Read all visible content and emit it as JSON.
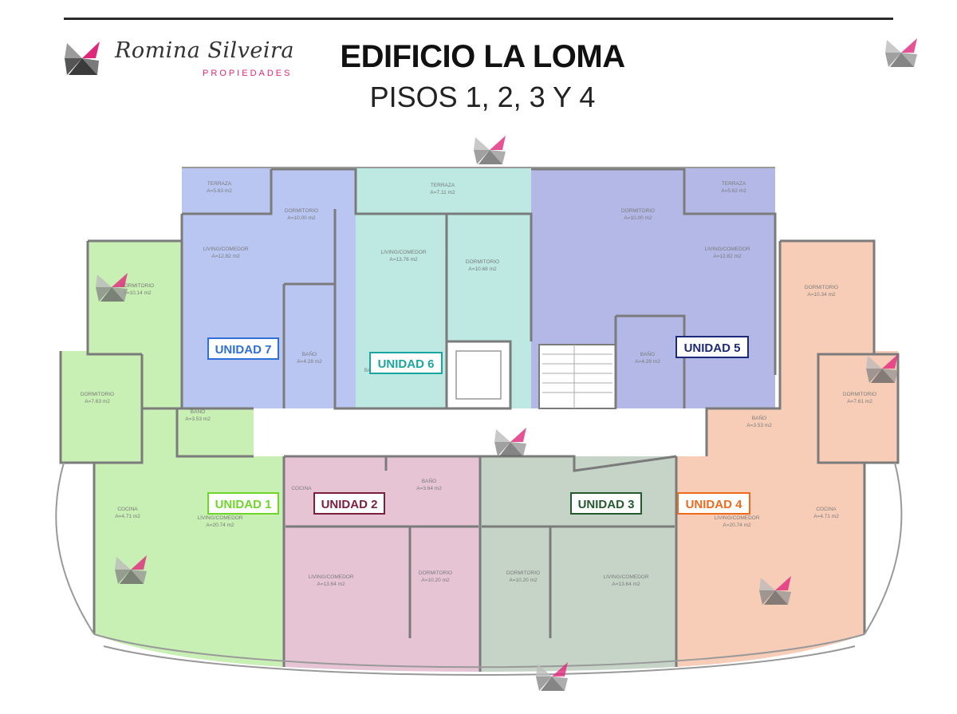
{
  "header": {
    "brand_name": "Romina Silveira",
    "brand_sub": "PROPIEDADES",
    "title": "EDIFICIO LA LOMA",
    "subtitle": "PISOS 1, 2, 3 Y 4"
  },
  "units": [
    {
      "key": "u7",
      "label": "UNIDAD 7",
      "color": "#2f6fd8"
    },
    {
      "key": "u6",
      "label": "UNIDAD 6",
      "color": "#1aa6a0"
    },
    {
      "key": "u5",
      "label": "UNIDAD 5",
      "color": "#1d2a7a"
    },
    {
      "key": "u1",
      "label": "UNIDAD 1",
      "color": "#6fd629"
    },
    {
      "key": "u2",
      "label": "UNIDAD 2",
      "color": "#7a1f3c"
    },
    {
      "key": "u3",
      "label": "UNIDAD 3",
      "color": "#235a2f"
    },
    {
      "key": "u4",
      "label": "UNIDAD 4",
      "color": "#f06a1c"
    }
  ],
  "rooms": {
    "terraza7": "TERRAZA",
    "terraza7_area": "A=5.63 m2",
    "dorm7": "DORMITORIO",
    "dorm7_area": "A=10.00 m2",
    "living7": "LIVING/COMEDOR",
    "living7_area": "A=12.82 m2",
    "terraza6": "TERRAZA",
    "terraza6_area": "A=7.11 m2",
    "living6": "LIVING/COMEDOR",
    "living6_area": "A=13.76 m2",
    "dorm6": "DORMITORIO",
    "dorm6_area": "A=10.68 m2",
    "bano6": "BAÑO",
    "dorm5": "DORMITORIO",
    "dorm5_area": "A=10.00 m2",
    "terraza5": "TERRAZA",
    "terraza5_area": "A=5.62 m2",
    "living5": "LIVING/COMEDOR",
    "living5_area": "A=12.82 m2",
    "bano7": "BAÑO",
    "bano7_area": "A=4.28 m2",
    "bano5": "BAÑO",
    "bano5_area": "A=4.28 m2",
    "dorm1a": "DORMITORIO",
    "dorm1a_area": "A=10.14 m2",
    "dorm1b": "DORMITORIO",
    "dorm1b_area": "A=7.63 m2",
    "bano1": "BAÑO",
    "bano1_area": "A=3.53 m2",
    "cocina1": "COCINA",
    "cocina1_area": "A=4.71 m2",
    "living1": "LIVING/COMEDOR",
    "living1_area": "A=20.74 m2",
    "dorm4a": "DORMITORIO",
    "dorm4a_area": "A=10.34 m2",
    "dorm4b": "DORMITORIO",
    "dorm4b_area": "A=7.61 m2",
    "bano4": "BAÑO",
    "bano4_area": "A=3.53 m2",
    "cocina4": "COCINA",
    "cocina4_area": "A=4.71 m2",
    "living4": "LIVING/COMEDOR",
    "living4_area": "A=20.74 m2",
    "cocina2": "COCINA",
    "bano2": "BAÑO",
    "bano2_area": "A=3.64 m2",
    "living2": "LIVING/COMEDOR",
    "living2_area": "A=13.64 m2",
    "dorm2": "DORMITORIO",
    "dorm2_area": "A=10.20 m2",
    "dorm3": "DORMITORIO",
    "dorm3_area": "A=10.20 m2",
    "living3": "LIVING/COMEDOR",
    "living3_area": "A=13.64 m2"
  },
  "colors": {
    "u7_fill": "#b9c6f2",
    "u6_fill": "#bde9e2",
    "u5_fill": "#b3b8e6",
    "u1_fill": "#c8efb4",
    "u2_fill": "#e6c4d4",
    "u3_fill": "#c6d4c8",
    "u4_fill": "#f8cdb8",
    "wall": "#7b7b7b",
    "brand": "#e0287a"
  },
  "icons": [
    "logo-mark-icon",
    "watermark-icon"
  ]
}
